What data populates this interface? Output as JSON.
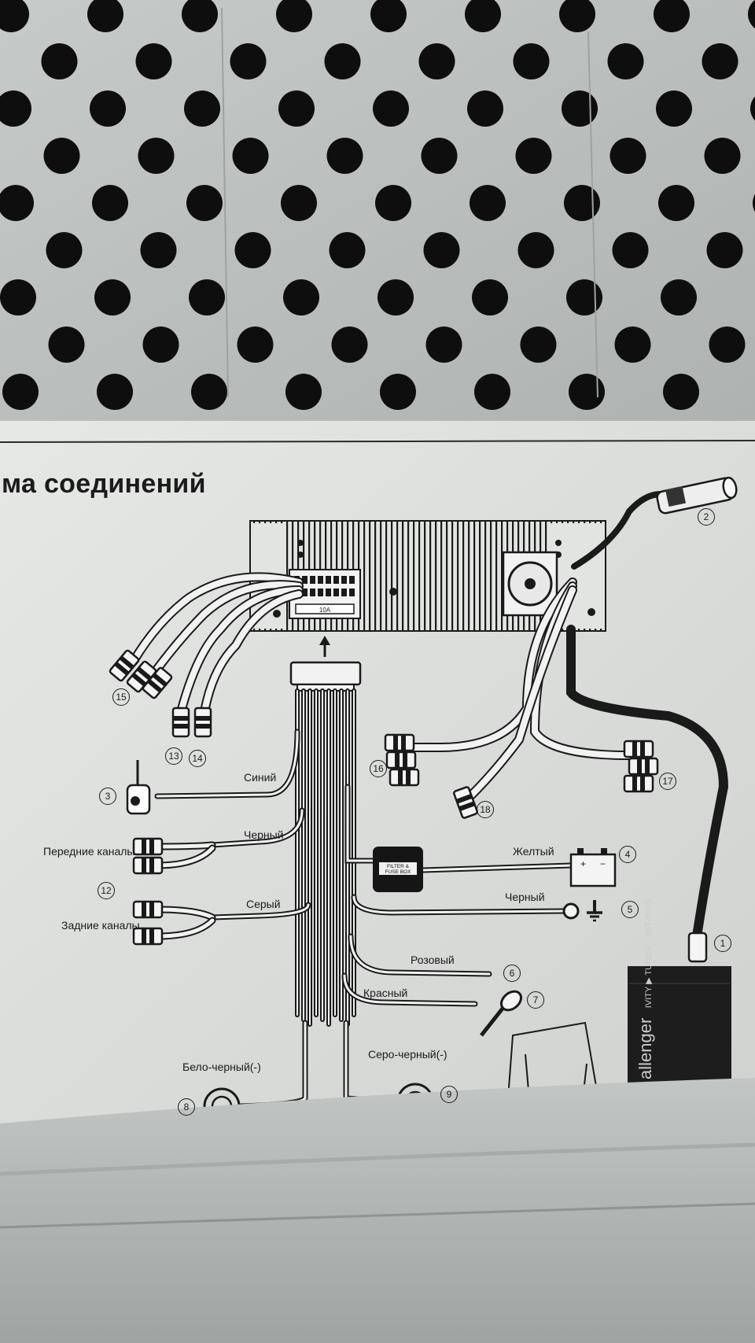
{
  "diagram": {
    "title_fragment": "ма соединений",
    "wire_labels": {
      "blue": "Синий",
      "black_front": "Черный",
      "grey": "Серый",
      "yellow": "Желтый",
      "black_ground": "Черный",
      "pink": "Розовый",
      "red": "Красный",
      "white_black": "Бело-черный(-)",
      "grey_black": "Серо-черный(-)"
    },
    "group_labels": {
      "front": "Передние каналы",
      "rear": "Задние каналы"
    },
    "fuse_box": {
      "line1": "FILTER &",
      "line2": "FUSE BOX"
    },
    "connector_label": "10A",
    "callouts": [
      "1",
      "2",
      "3",
      "4",
      "5",
      "6",
      "7",
      "8",
      "9",
      "12",
      "13",
      "14",
      "15",
      "16",
      "17",
      "18"
    ],
    "icons": {
      "antenna": "antenna-plug-icon",
      "battery": "battery-icon",
      "ground": "ground-icon",
      "key": "ignition-key-icon",
      "speaker": "speaker-icon",
      "fan": "cooling-fan-icon"
    },
    "sticker": {
      "brand": "allenger",
      "model": "DIT-400S",
      "text": "IVITY ▶ TUNER"
    },
    "colors": {
      "paper": "#dcdfdc",
      "ink": "#1a1a1a",
      "metal": "#bcc0be",
      "hole": "#0e0e0e"
    }
  }
}
